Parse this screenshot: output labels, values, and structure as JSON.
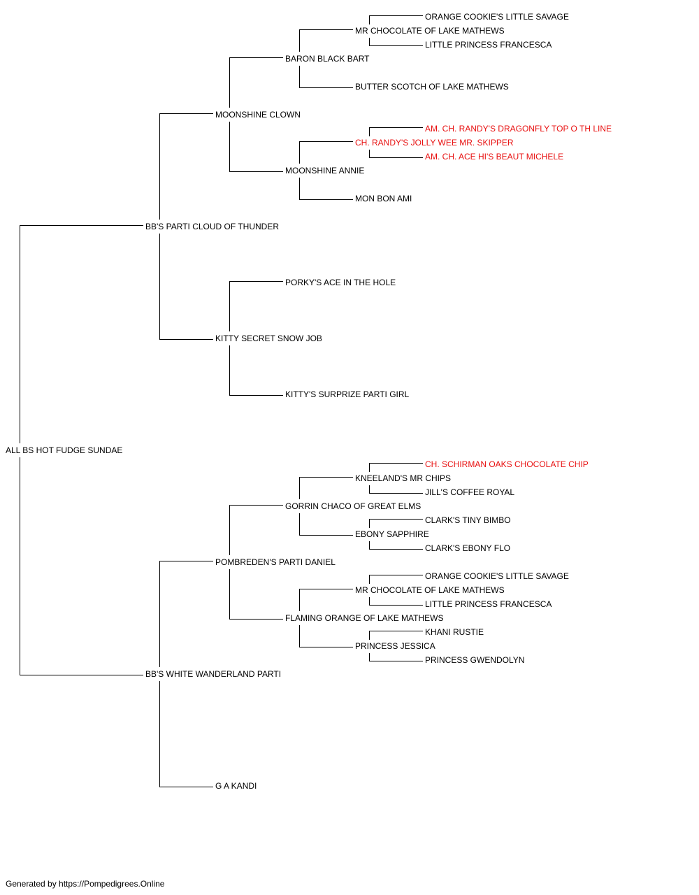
{
  "pedigree": {
    "subject": "ALL BS HOT FUDGE SUNDAE",
    "gen1": {
      "sire": "BB'S PARTI CLOUD OF THUNDER",
      "dam": "BB'S WHITE WANDERLAND PARTI"
    },
    "gen2": {
      "ss": "MOONSHINE CLOWN",
      "sd": "KITTY SECRET SNOW JOB",
      "ds": "POMBREDEN'S PARTI DANIEL",
      "dd": "G A KANDI"
    },
    "gen3": {
      "sss": "BARON BLACK BART",
      "ssd": "MOONSHINE ANNIE",
      "sds": "PORKY'S ACE IN THE HOLE",
      "sdd": "KITTY'S SURPRIZE PARTI GIRL",
      "dss": "GORRIN CHACO OF GREAT ELMS",
      "dsd": "FLAMING ORANGE OF LAKE MATHEWS"
    },
    "gen4": {
      "ssss": "MR CHOCOLATE OF LAKE MATHEWS",
      "sssd": "BUTTER SCOTCH OF LAKE MATHEWS",
      "ssds": "CH. RANDY'S JOLLY WEE MR. SKIPPER",
      "ssdd": "MON BON AMI",
      "dsss": "KNEELAND'S MR CHIPS",
      "dssd": "EBONY SAPPHIRE",
      "dsds": "MR CHOCOLATE OF LAKE MATHEWS",
      "dsdd": "PRINCESS JESSICA"
    },
    "gen5": {
      "sssss": "ORANGE COOKIE'S LITTLE SAVAGE",
      "ssssd": "LITTLE PRINCESS FRANCESCA",
      "ssdss": "AM. CH. RANDY'S DRAGONFLY TOP O TH LINE",
      "ssdsd": "AM. CH. ACE HI'S BEAUT MICHELE",
      "dssss": "CH. SCHIRMAN OAKS CHOCOLATE CHIP",
      "dsssd": "JILL'S COFFEE ROYAL",
      "dssds": "CLARK'S TINY BIMBO",
      "dssdd": "CLARK'S EBONY FLO",
      "dsdss": "ORANGE COOKIE'S LITTLE SAVAGE",
      "dsdsd": "LITTLE PRINCESS FRANCESCA",
      "dsdds": "KHANI RUSTIE",
      "dsddd": "PRINCESS GWENDOLYN"
    }
  },
  "colors": {
    "line": "#000000",
    "text": "#000000",
    "champion": "#e81010"
  },
  "footer": "Generated by https://Pompedigrees.Online"
}
